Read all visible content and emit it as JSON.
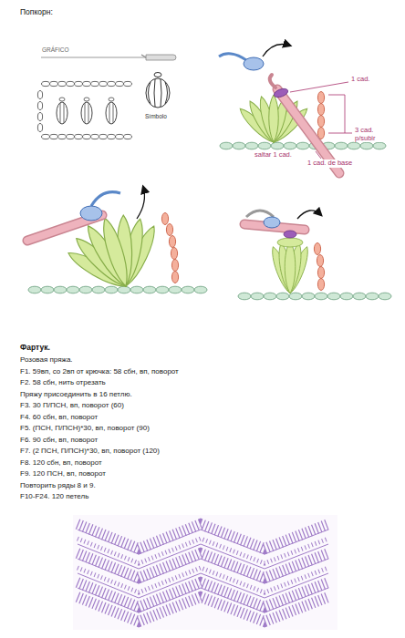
{
  "diagram": {
    "title": "Попкорн:",
    "labels": [
      "GRÁFICO",
      "Símbolo",
      "1 cad.",
      "3 cad. p/subir",
      "saltar 1 cad.",
      "1 cad. de base",
      "Фартук.",
      "Розовая пряжа.",
      "F1. 59вп, со 2вп от крючка: 58 сбн, вп, поворот",
      "F2. 58 сбн, нить отрезать",
      "Пряжу присоединить в 16 петлю.",
      "F3. 30 П/ПСН, вп, поворот (60)",
      "F4. 60 сбн, вп, поворот",
      "F5. (ПСН, П/ПСН)*30, вп, поворот (90)",
      "F6. 90 сбн, вп, поворот",
      "F7. (2 ПСН, П/ПСН)*30, вп, поворот (120)",
      "F8. 120 сбн, вп, поворот",
      "F9. 120 ПСН, вп, поворот",
      "Повторить ряды 8 и 9.",
      "F10-F24. 120 петель"
    ]
  }
}
